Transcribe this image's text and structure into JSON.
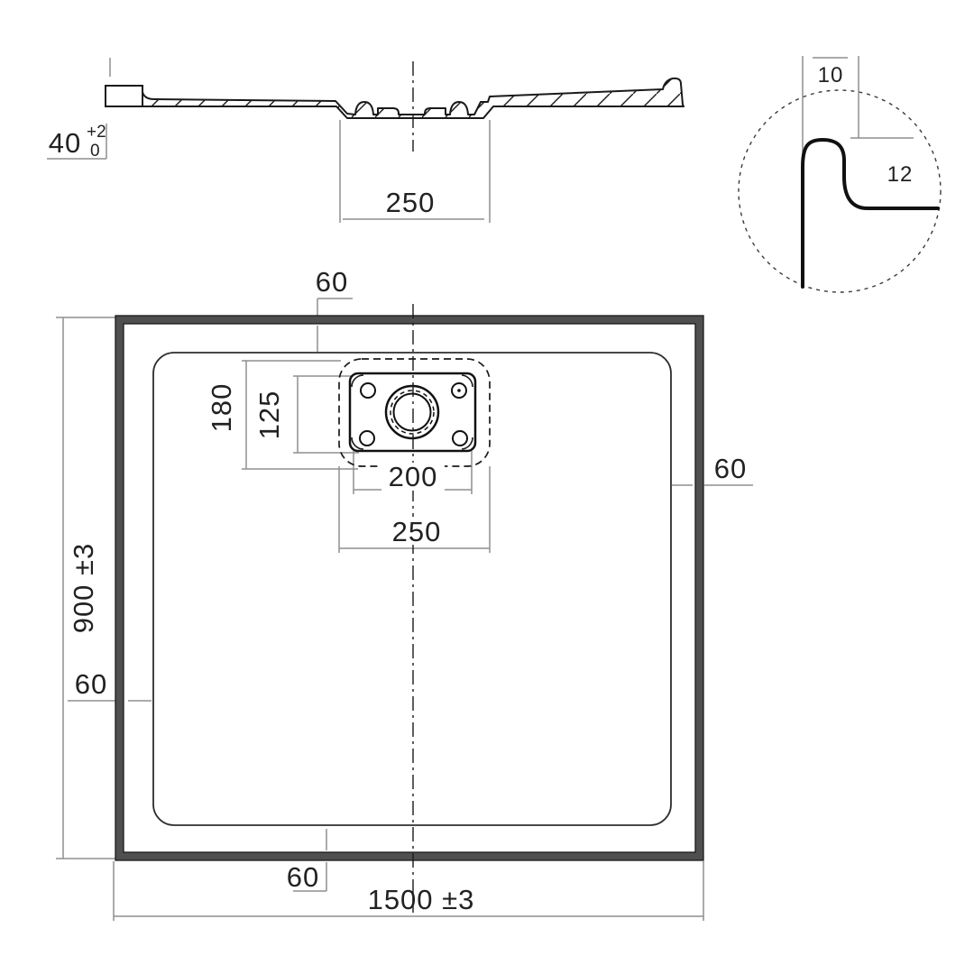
{
  "drawing": {
    "type": "shower-tray-technical-drawing",
    "colors": {
      "background": "#ffffff",
      "part_line": "#1a1a1a",
      "dimension_line": "#8f8f8f",
      "text": "#222222",
      "border_band": "#4f4f4f"
    },
    "section_view": {
      "height": "40",
      "height_tol_plus": "+2",
      "height_tol_minus": "0",
      "drain_recess_width": "250"
    },
    "detail_view": {
      "rim_width": "10",
      "rim_drop": "12"
    },
    "plan_view": {
      "overall_width": "1500 ±3",
      "overall_depth": "900 ±3",
      "rim_offset_top": "60",
      "rim_offset_left": "60",
      "rim_offset_right": "60",
      "rim_offset_bottom": "60",
      "recess_depth": "180",
      "waste_plate_depth": "125",
      "waste_plate_width": "200",
      "recess_width": "250"
    }
  }
}
